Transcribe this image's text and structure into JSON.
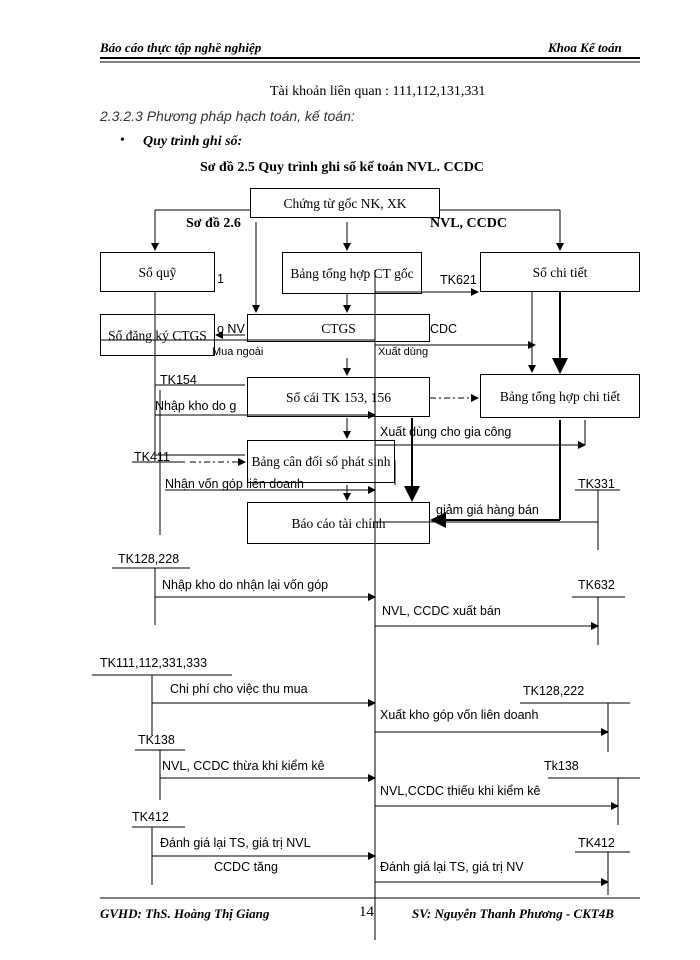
{
  "header": {
    "left": "Báo cáo thực tập  nghề nghiệp",
    "right": "Khoa Kế toán"
  },
  "related_accounts": "Tài khoản liên quan : 111,112,131,331",
  "section_heading": "2.3.2.3 Phương pháp hạch toán, kế toán:",
  "bullet": {
    "symbol": "•",
    "text": "Quy trình ghi sổ:"
  },
  "diagram_title": "Sơ đồ 2.5 Quy trình ghi sổ kế toán NVL. CCDC",
  "overlap_title": {
    "prefix": "Sơ đồ 2.6",
    "suffix": "NVL, CCDC"
  },
  "boxes": {
    "source_docs": "Chứng từ gốc NK, XK",
    "cash_book": "Sổ quỹ",
    "summary_docs": "Bảng tổng hợp CT gốc",
    "detail_book": "Sổ chi tiết",
    "register_book": "Sổ đăng ký CTGS",
    "ctgs": "CTGS",
    "ledger": "Sổ cái TK 153, 156",
    "detail_summary": "Bảng tổng hợp chi tiết",
    "trial_balance": "Bảng cân đối số phát sinh",
    "financial_report": "Báo cáo tài chính"
  },
  "labels": {
    "fragment_1": "1",
    "tk621": "TK621",
    "frag_nv": "o NV",
    "frag_cdc": "CDC",
    "mua_ngoai": "Mua ngoài",
    "xuat_dung": "Xuất dùng",
    "tk154": "TK154",
    "nhap_kho_do_g": "Nhập kho do g",
    "xuat_dung_gia_cong": "Xuất dùng cho gia công",
    "tk411": "TK411",
    "nhan_von_gop": "Nhận vốn góp liên doanh",
    "tk331": "TK331",
    "giam_gia": "giảm giá hàng bán",
    "tk128_228": "TK128,228",
    "nhap_kho_nhan_lai": "Nhập kho do nhận lại vốn góp",
    "tk632": "TK632",
    "xuat_ban": "NVL, CCDC xuất bán",
    "tk111_group": "TK111,112,331,333",
    "chi_phi_thu_mua": "Chi phí cho việc thu mua",
    "tk128_222": "TK128,222",
    "xuat_kho_gop_von": "Xuất kho góp vốn liên doanh",
    "tk138_left": "TK138",
    "thua_kiem_ke": "NVL, CCDC thừa khi kiểm kê",
    "tk138_right": "Tk138",
    "thieu_kiem_ke": "NVL,CCDC  thiếu khi kiểm kê",
    "tk412_left": "TK412",
    "danh_gia_tang_1": "Đánh giá lại TS, giá trị NVL",
    "danh_gia_tang_2": "CCDC tăng",
    "tk412_right": "TK412",
    "danh_gia_giam": "Đánh giá lại TS, giá trị NV"
  },
  "footer": {
    "left": "GVHD: ThS. Hoàng Thị Giang",
    "page": "14",
    "right": "SV: Nguyễn Thanh Phương - CKT4B"
  }
}
